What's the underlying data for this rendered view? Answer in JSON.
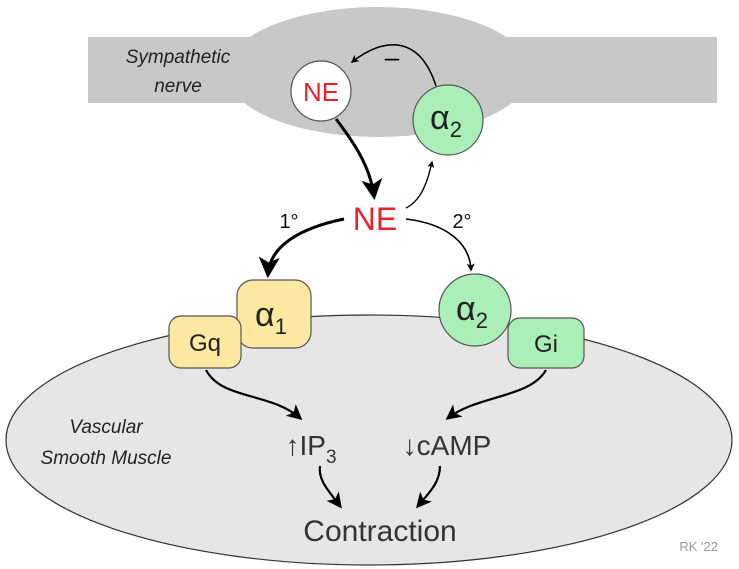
{
  "nerve": {
    "label_line1": "Sympathetic",
    "label_line2": "nerve"
  },
  "muscle": {
    "label_line1": "Vascular",
    "label_line2": "Smooth Muscle"
  },
  "neurotransmitter": {
    "vesicle_label": "NE",
    "released_label": "NE",
    "color": "#e8242b"
  },
  "presynaptic_receptor": {
    "label": "α",
    "subscript": "2",
    "feedback_sign": "–"
  },
  "pathways": {
    "primary_label": "1°",
    "secondary_label": "2°",
    "alpha1": {
      "label": "α",
      "subscript": "1",
      "gprotein": "Gq",
      "second_messenger_arrow": "↑",
      "second_messenger": "IP",
      "second_messenger_sub": "3"
    },
    "alpha2": {
      "label": "α",
      "subscript": "2",
      "gprotein": "Gi",
      "second_messenger_arrow": "↓",
      "second_messenger": "cAMP"
    }
  },
  "outcome": "Contraction",
  "credit": "RK '22",
  "colors": {
    "nerve_gray": "#c8c8c8",
    "muscle_fill": "#e6e6e6",
    "alpha1_fill": "#fde9a2",
    "alpha2_fill": "#aaeeb8",
    "ne_red": "#e8242b"
  }
}
